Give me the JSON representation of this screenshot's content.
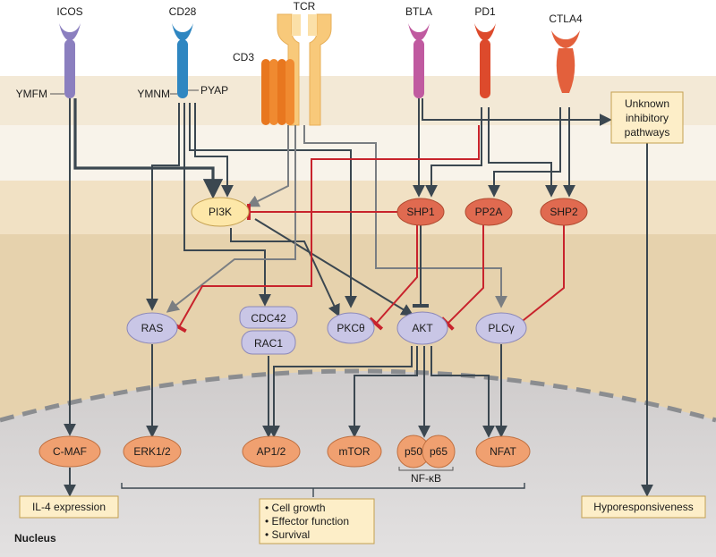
{
  "receptors": {
    "icos": "ICOS",
    "cd28": "CD28",
    "tcr": "TCR",
    "cd3": "CD3",
    "btla": "BTLA",
    "pd1": "PD1",
    "ctla4": "CTLA4"
  },
  "motifs": {
    "ymfm": "YMFM",
    "ymnm": "YMNM",
    "pyap": "PYAP"
  },
  "nodes": {
    "pi3k": "PI3K",
    "shp1": "SHP1",
    "pp2a": "PP2A",
    "shp2": "SHP2",
    "ras": "RAS",
    "cdc42": "CDC42",
    "rac1": "RAC1",
    "pkc": "PKCθ",
    "akt": "AKT",
    "plc": "PLCγ",
    "cmaf": "C-MAF",
    "erk": "ERK1/2",
    "ap1": "AP1/2",
    "mtor": "mTOR",
    "p50": "p50",
    "p65": "p65",
    "nfkb": "NF-κB",
    "nfat": "NFAT"
  },
  "boxes": {
    "unknown": [
      "Unknown",
      "inhibitory",
      "pathways"
    ],
    "il4": "IL-4 expression",
    "outcomes": [
      "• Cell growth",
      "• Effector function",
      "• Survival"
    ],
    "hypo": "Hyporesponsiveness"
  },
  "region_labels": {
    "nucleus": "Nucleus"
  },
  "colors": {
    "arrow": "#3b4750",
    "inhibit": "#c8232c",
    "grey_arrow": "#7a7e82",
    "node_purple": "#c9c6e6",
    "node_orange": "#f0a070",
    "node_red": "#e06a50",
    "node_yellow": "#fde7a8",
    "box_fill": "#fdeec8"
  }
}
